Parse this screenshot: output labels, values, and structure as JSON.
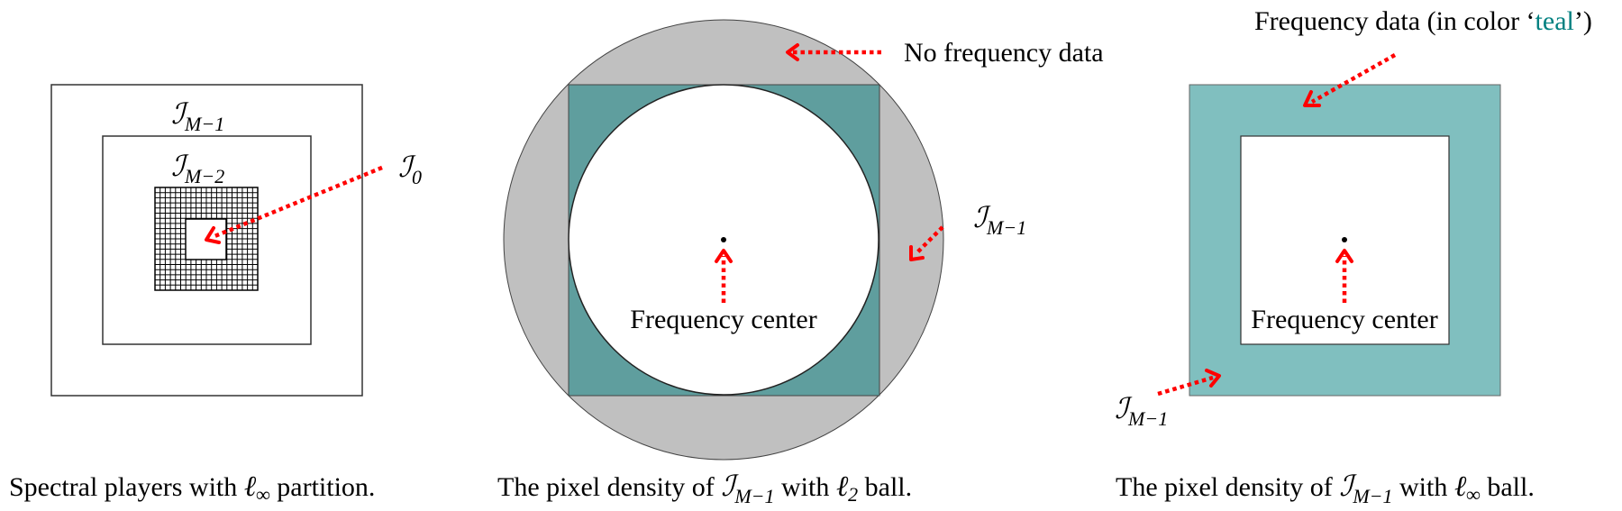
{
  "colors": {
    "teal_dark": "#5f9e9e",
    "teal_light": "#80bfbf",
    "gray_region": "#c0c0c0",
    "arrow_red": "#ff0000",
    "outline": "#333333",
    "teal_word": "#008080"
  },
  "panel1": {
    "outer_label_base": "ℐ",
    "outer_label_sub": "M−1",
    "inner_label_base": "ℐ",
    "inner_label_sub": "M−2",
    "center_label_base": "ℐ",
    "center_label_sub": "0",
    "caption": {
      "pre": "Spectral players with ",
      "ell": "ℓ",
      "ell_sub": "∞",
      "post": " partition."
    }
  },
  "panel2": {
    "no_data_label": "No frequency data",
    "ring_label_base": "ℐ",
    "ring_label_sub": "M−1",
    "center_label": "Frequency center",
    "caption": {
      "pre": "The pixel density of ",
      "cal": "ℐ",
      "cal_sub": "M−1",
      "mid": " with ",
      "ell": "ℓ",
      "ell_sub": "2",
      "post": " ball."
    }
  },
  "panel3": {
    "data_label_pre": "Frequency data (in color ‘",
    "data_label_colorword": "teal",
    "data_label_post": "’)",
    "ring_label_base": "ℐ",
    "ring_label_sub": "M−1",
    "center_label": "Frequency center",
    "caption": {
      "pre": "The pixel density of ",
      "cal": "ℐ",
      "cal_sub": "M−1",
      "mid": " with ",
      "ell": "ℓ",
      "ell_sub": "∞",
      "post": " ball."
    }
  }
}
